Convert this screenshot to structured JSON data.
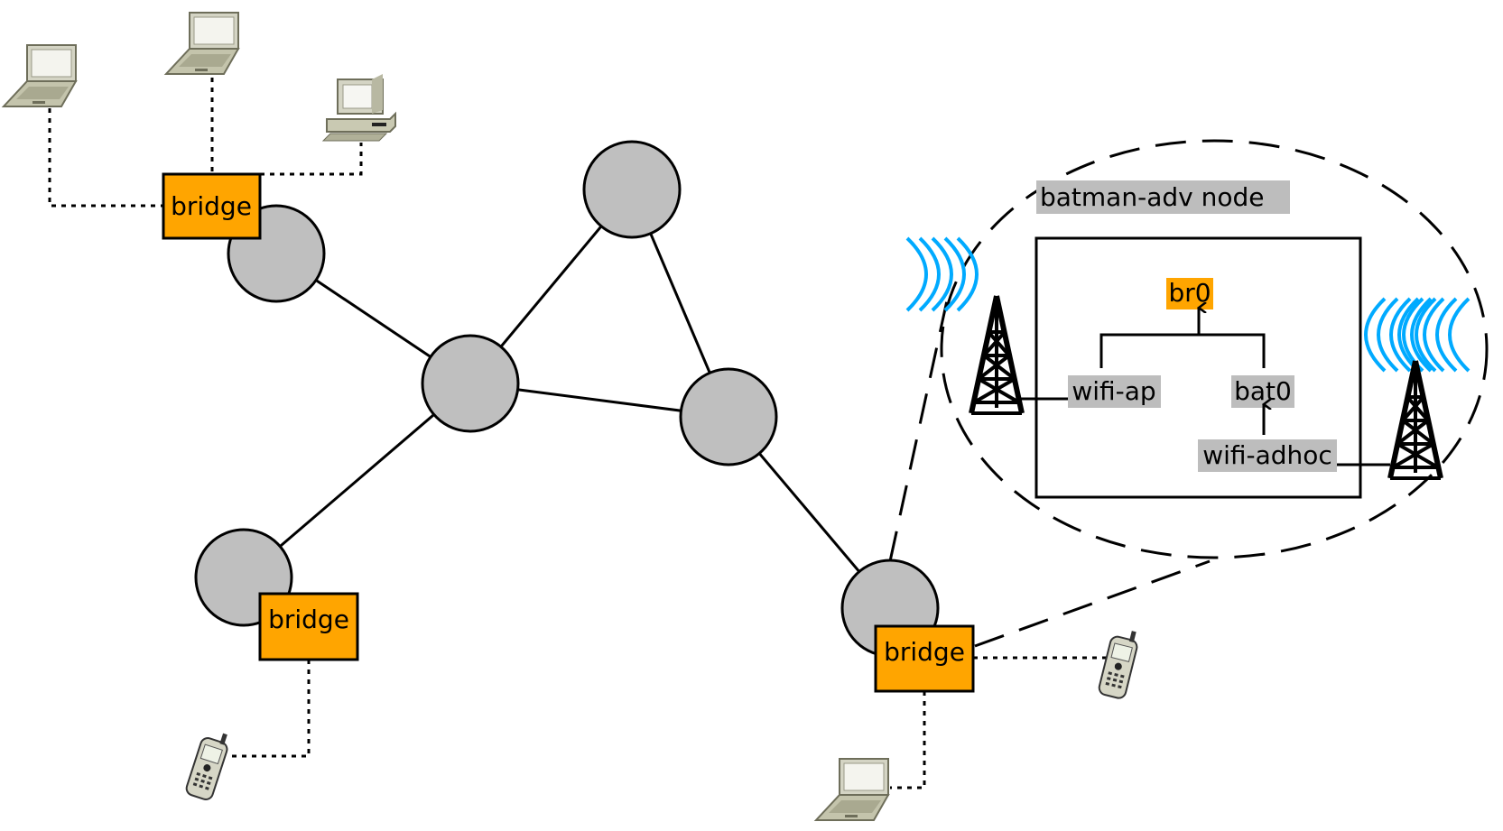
{
  "colors": {
    "bridge_fill": "#ffa500",
    "node_fill": "#bfbfbf",
    "label_bg": "#bdbdbd",
    "wifi_wave": "#00aaff",
    "device_body": "#c8c8b4"
  },
  "bridges": {
    "top_left": "bridge",
    "bottom_left": "bridge",
    "bottom_right": "bridge"
  },
  "node_detail": {
    "title": "batman-adv node",
    "interfaces": {
      "br0": "br0",
      "wifi_ap": "wifi-ap",
      "bat0": "bat0",
      "wifi_adhoc": "wifi-adhoc"
    }
  },
  "icons": {
    "laptop": "laptop-icon",
    "desktop": "desktop-computer-icon",
    "phone": "mobile-phone-icon",
    "tower": "antenna-tower-icon",
    "wifi": "wifi-signal-icon"
  }
}
